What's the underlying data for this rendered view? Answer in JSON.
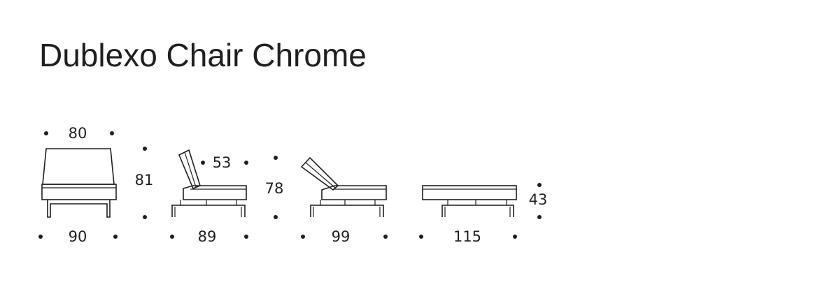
{
  "title": "Dublexo Chair Chrome",
  "views": {
    "front": {
      "top_width": "80",
      "bottom_width": "90",
      "height": "81"
    },
    "side_upright": {
      "bottom_depth": "89",
      "seat_depth": "53",
      "height": "78"
    },
    "side_reclined": {
      "bottom_depth": "99"
    },
    "bed": {
      "length": "115",
      "height": "43"
    }
  },
  "colors": {
    "ink": "#1f1f1f",
    "background": "#ffffff"
  }
}
